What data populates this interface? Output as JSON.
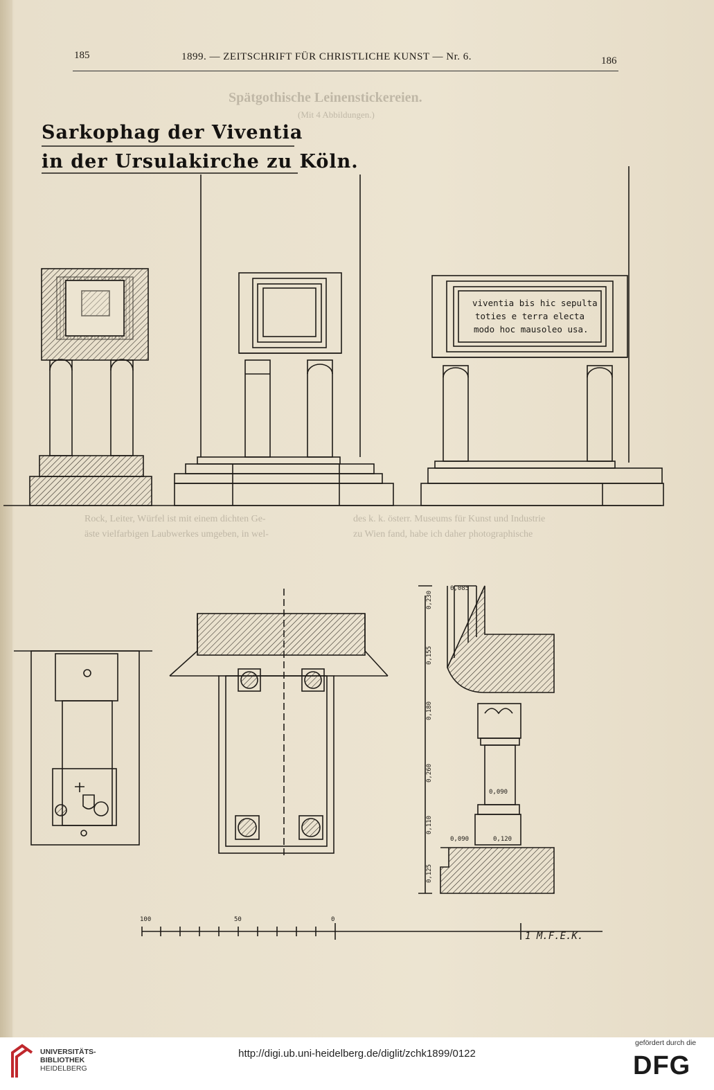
{
  "header": {
    "page_left": "185",
    "running_title": "1899. — ZEITSCHRIFT FÜR CHRISTLICHE KUNST — Nr. 6.",
    "page_right": "186"
  },
  "background_text": {
    "article_title": "Spätgothische Leinenstickereien.",
    "subtitle": "(Mit 4 Abbildungen.)",
    "fragment_left": "Rock, Leiter, Würfel ist mit einem dichten Ge-",
    "fragment_left2": "äste vielfarbigen Laubwerkes umgeben, in wel-",
    "fragment_right": "des k. k. österr. Museums für Kunst und Industrie",
    "fragment_right2": "zu Wien fand, habe ich daher photographische"
  },
  "figure": {
    "title_line1": "Sarkophag der Viventia",
    "title_line2": "in der Ursulakirche zu Köln.",
    "inscription": [
      "viventia bis hic sepulta",
      "toties e terra electa",
      "modo hoc mausoleo usa."
    ],
    "dimensions": [
      "0,085",
      "0,230",
      "0,155",
      "0,180",
      "0,260",
      "0,090",
      "0,110",
      "0,090",
      "0,120",
      "0,125"
    ],
    "scale_labels": [
      "100",
      "50",
      "0"
    ],
    "signature": "1 M.F.E.K."
  },
  "footer": {
    "library_line1": "UNIVERSITÄTS-",
    "library_line2": "BIBLIOTHEK",
    "library_line3": "HEIDELBERG",
    "url": "http://digi.ub.uni-heidelberg.de/diglit/zchk1899/0122",
    "funded_by": "gefördert durch die",
    "funder_logo": "DFG"
  }
}
